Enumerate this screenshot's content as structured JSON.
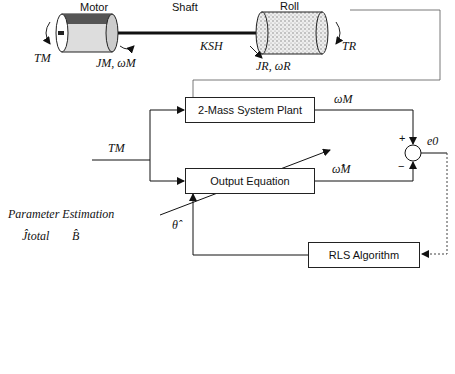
{
  "diagram": {
    "nodes": [
      {
        "text": [
          "2-Mass System Plant"
        ]
      },
      {
        "text": [
          "Output Equation"
        ]
      },
      {
        "text": [
          "RLS Algorithm"
        ]
      }
    ],
    "edges": [
      {
        "from": 2,
        "to": 1,
        "arrow": "to",
        "label": "θ̂"
      }
    ],
    "labels": [
      "Motor",
      "Shaft",
      "Roll",
      "TM",
      "JM, ωM",
      "KSH",
      "JR, ωR",
      "TR",
      "TM",
      "ωM",
      "ω̂M",
      "+",
      "−",
      "e0",
      "Parameter Estimation",
      "Ĵtotal",
      "B̂"
    ]
  }
}
